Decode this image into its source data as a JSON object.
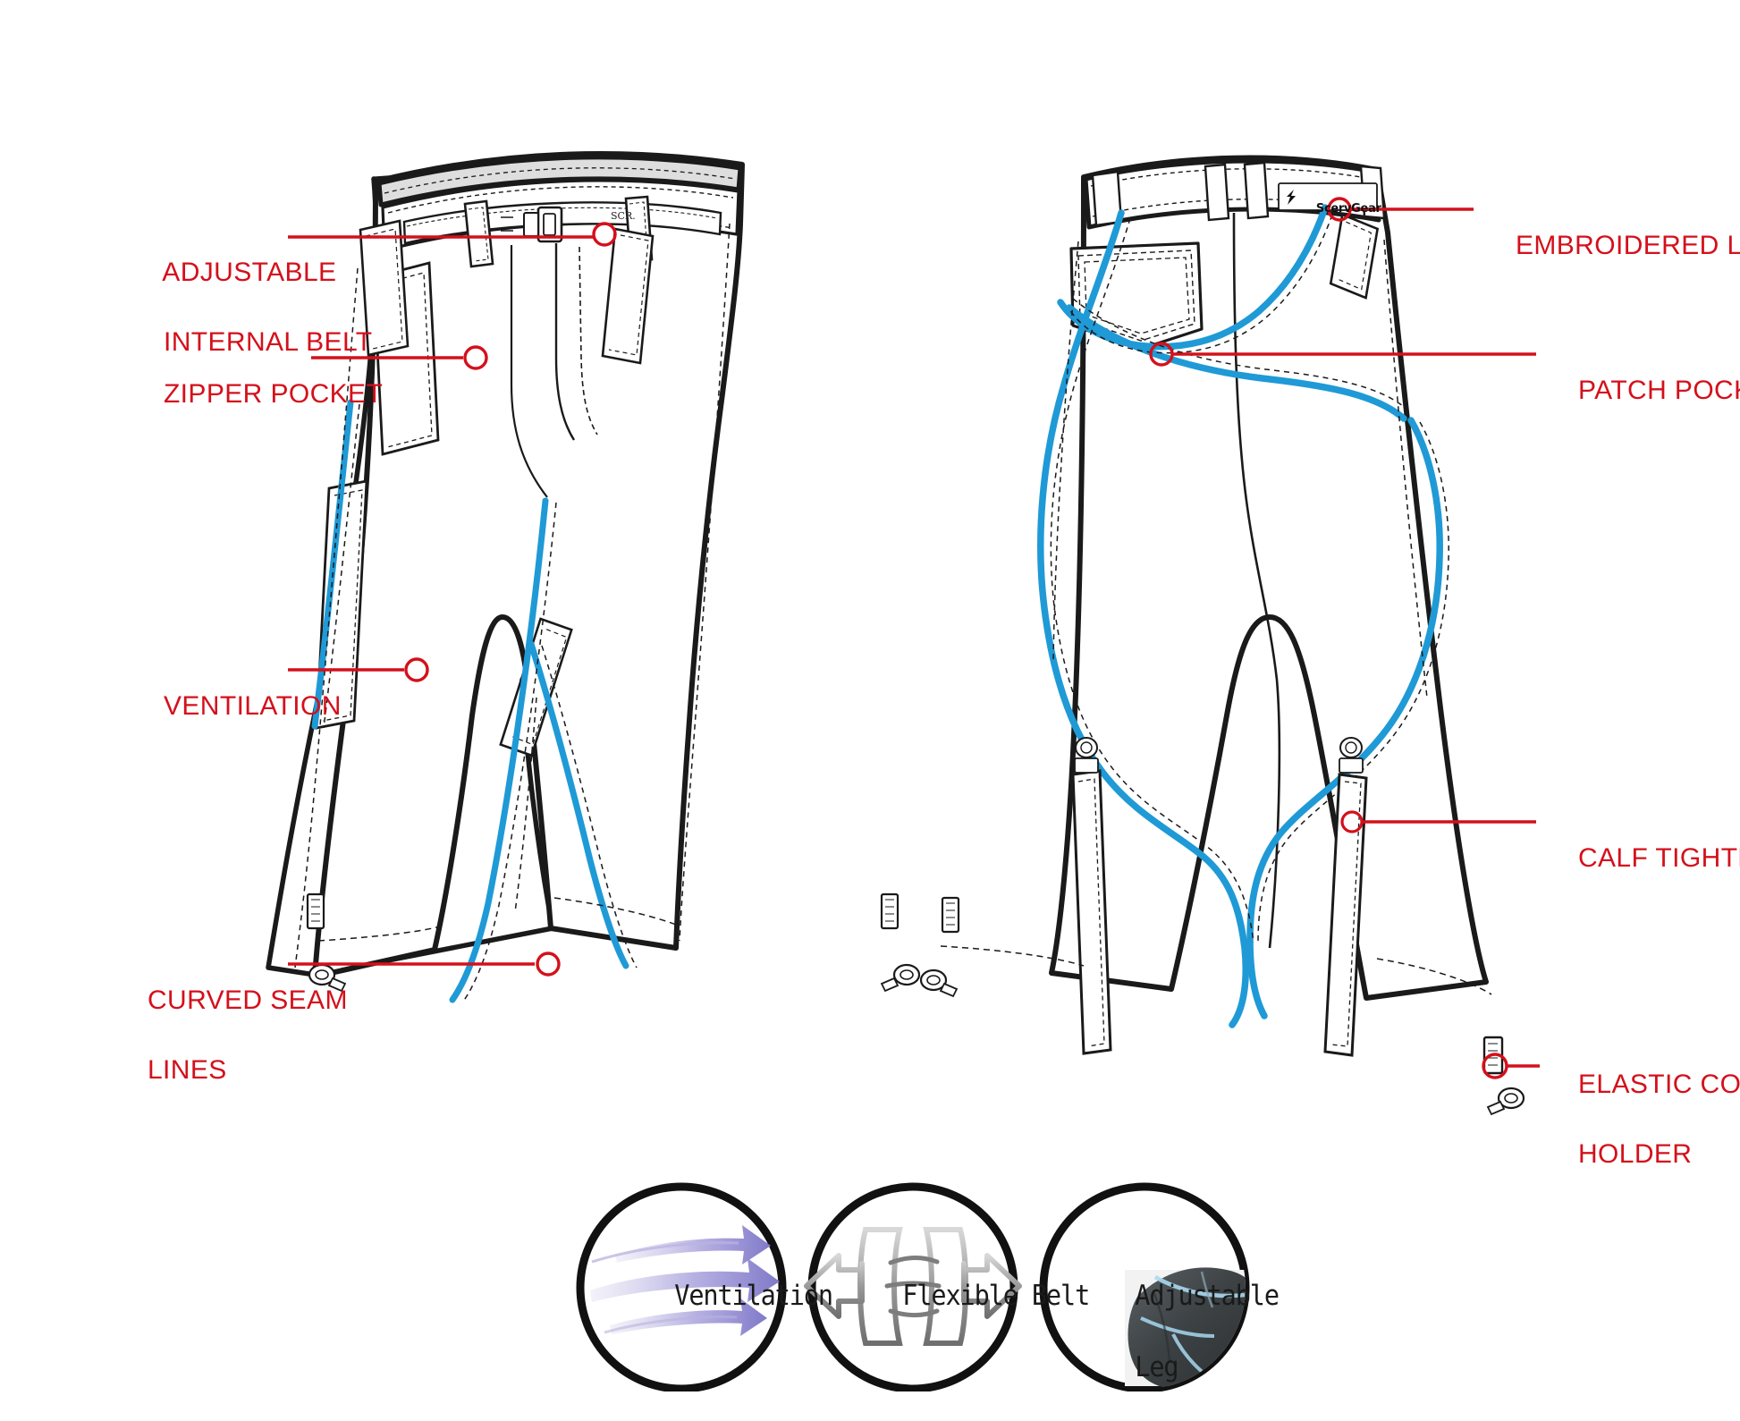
{
  "document": {
    "type": "technical-flat-sketch",
    "subject": "cargo pants / snow pants technical drawing",
    "views": [
      "front",
      "back"
    ],
    "accent_color": "#1f9ad6",
    "annotation_color": "#d4101b",
    "line_color": "#1a1a1a"
  },
  "annotations": {
    "left": [
      {
        "id": "adjustable-internal-belt",
        "line1": "ADJUSTABLE",
        "line2": "INTERNAL BELT"
      },
      {
        "id": "zipper-pocket",
        "line1": "ZIPPER POCKET",
        "line2": ""
      },
      {
        "id": "ventilation",
        "line1": "VENTILATION",
        "line2": ""
      },
      {
        "id": "curved-seam-lines",
        "line1": "CURVED SEAM",
        "line2": "LINES"
      }
    ],
    "right": [
      {
        "id": "embroidered-logo",
        "line1": "EMBROIDERED LOGO",
        "line2": ""
      },
      {
        "id": "patch-pocket",
        "line1": "PATCH POCKET",
        "line2": ""
      },
      {
        "id": "calf-tightener",
        "line1": "CALF TIGHTENER",
        "line2": ""
      },
      {
        "id": "elastic-cord-holder",
        "line1": "ELASTIC CORD",
        "line2": "HOLDER"
      }
    ]
  },
  "brand": {
    "waistband_logo": "ScervGear",
    "front_inner_tag": "SCR."
  },
  "feature_badges": [
    {
      "id": "ventilation",
      "line1": "Ventilation",
      "line2": "",
      "icon": "airflow-arrows-icon",
      "icon_color": "#9b95d8"
    },
    {
      "id": "flexible-belt",
      "line1": "Flexible Belt",
      "line2": "",
      "icon": "stretch-arrows-icon",
      "icon_color": "#8a8a8a"
    },
    {
      "id": "adjustable-leg",
      "line1": "Adjustable",
      "line2": "Leg",
      "icon": "fabric-photo-icon",
      "icon_color": "#4a4e52"
    }
  ]
}
